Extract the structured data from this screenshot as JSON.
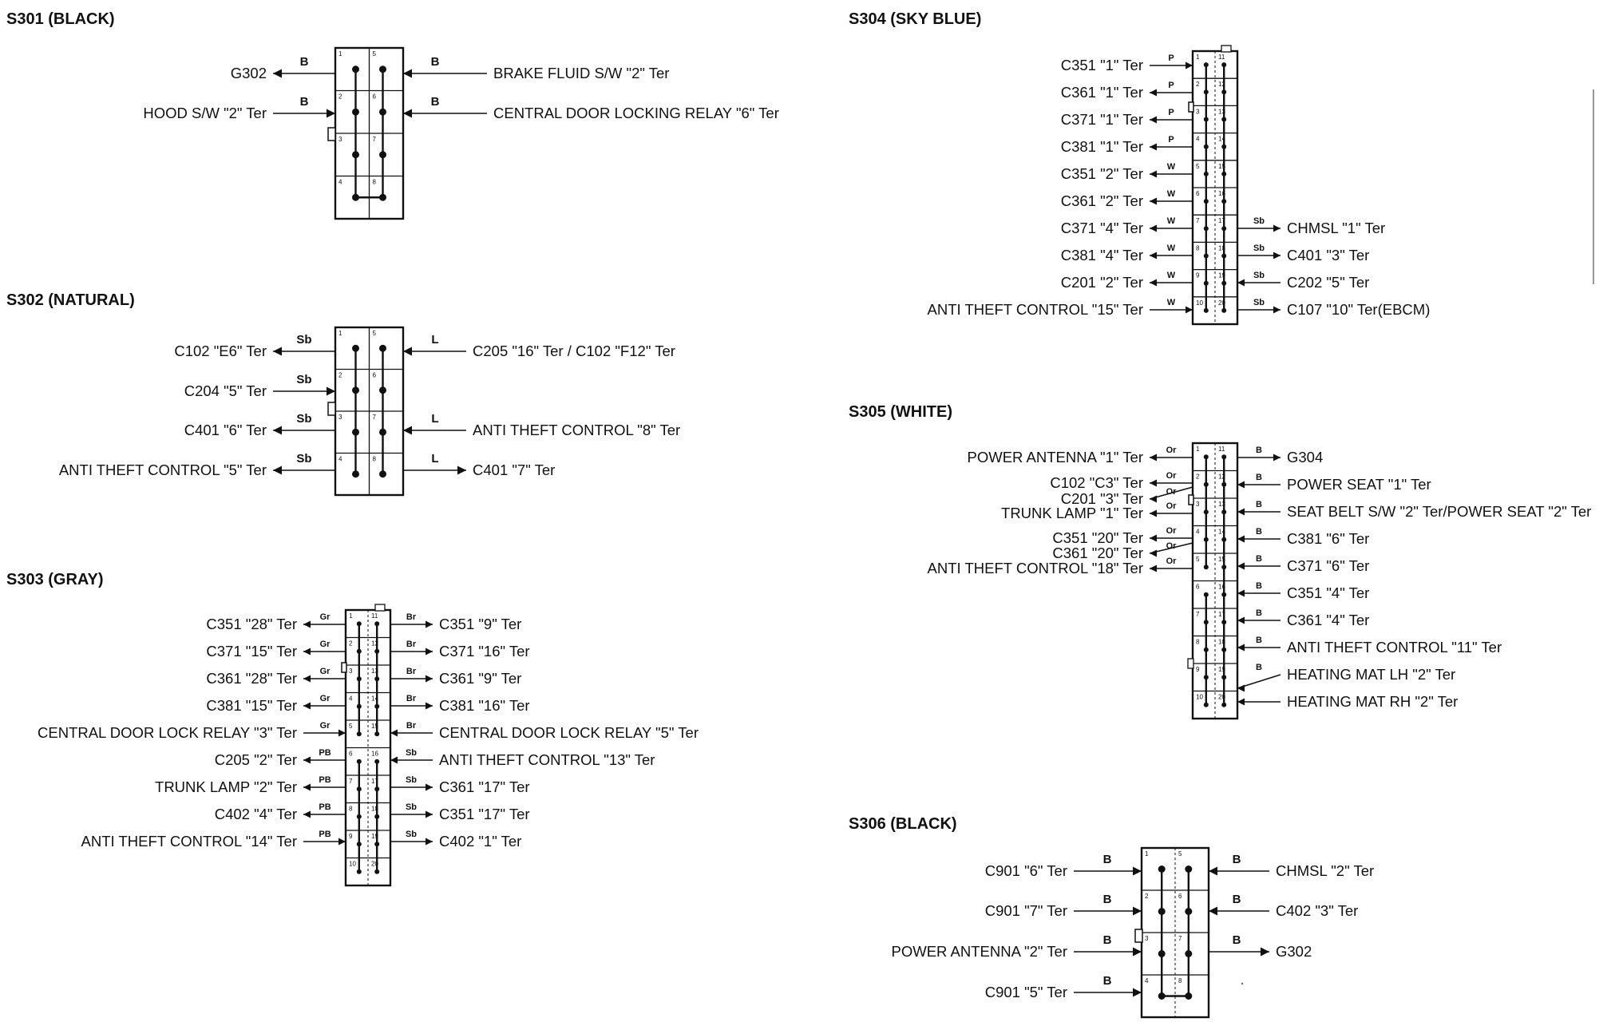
{
  "connectors": {
    "s301": {
      "title": "S301 (BLACK)",
      "left": [
        {
          "label": "G302",
          "code": "B",
          "dir": "out"
        },
        {
          "label": "HOOD S/W \"2\" Ter",
          "code": "B",
          "dir": "in"
        }
      ],
      "right": [
        {
          "label": "BRAKE FLUID S/W \"2\" Ter",
          "code": "B",
          "dir": "in"
        },
        {
          "label": "CENTRAL DOOR LOCKING RELAY \"6\" Ter",
          "code": "B",
          "dir": "in"
        }
      ]
    },
    "s302": {
      "title": "S302 (NATURAL)",
      "left": [
        {
          "label": "C102 \"E6\" Ter",
          "code": "Sb",
          "dir": "out"
        },
        {
          "label": "C204 \"5\" Ter",
          "code": "Sb",
          "dir": "in"
        },
        {
          "label": "C401 \"6\" Ter",
          "code": "Sb",
          "dir": "out"
        },
        {
          "label": "ANTI THEFT CONTROL \"5\" Ter",
          "code": "Sb",
          "dir": "out"
        }
      ],
      "right": [
        {
          "label": "C205 \"16\" Ter / C102 \"F12\" Ter",
          "code": "L",
          "dir": "in"
        },
        {
          "label": "ANTI THEFT CONTROL \"8\" Ter",
          "code": "L",
          "dir": "in"
        },
        {
          "label": "C401 \"7\" Ter",
          "code": "L",
          "dir": "out"
        }
      ]
    },
    "s303": {
      "title": "S303 (GRAY)",
      "left": [
        {
          "label": "C351 \"28\" Ter",
          "code": "Gr",
          "dir": "out"
        },
        {
          "label": "C371 \"15\" Ter",
          "code": "Gr",
          "dir": "out"
        },
        {
          "label": "C361 \"28\" Ter",
          "code": "Gr",
          "dir": "out"
        },
        {
          "label": "C381 \"15\" Ter",
          "code": "Gr",
          "dir": "out"
        },
        {
          "label": "CENTRAL DOOR LOCK RELAY \"3\" Ter",
          "code": "Gr",
          "dir": "in"
        },
        {
          "label": "C205 \"2\" Ter",
          "code": "PB",
          "dir": "out"
        },
        {
          "label": "TRUNK LAMP \"2\" Ter",
          "code": "PB",
          "dir": "out"
        },
        {
          "label": "C402 \"4\" Ter",
          "code": "PB",
          "dir": "out"
        },
        {
          "label": "ANTI THEFT CONTROL \"14\" Ter",
          "code": "PB",
          "dir": "in"
        }
      ],
      "right": [
        {
          "label": "C351 \"9\" Ter",
          "code": "Br",
          "dir": "out"
        },
        {
          "label": "C371 \"16\" Ter",
          "code": "Br",
          "dir": "out"
        },
        {
          "label": "C361 \"9\" Ter",
          "code": "Br",
          "dir": "out"
        },
        {
          "label": "C381 \"16\" Ter",
          "code": "Br",
          "dir": "out"
        },
        {
          "label": "CENTRAL DOOR LOCK RELAY \"5\" Ter",
          "code": "Br",
          "dir": "in"
        },
        {
          "label": "ANTI THEFT CONTROL \"13\" Ter",
          "code": "Sb",
          "dir": "in"
        },
        {
          "label": "C361 \"17\" Ter",
          "code": "Sb",
          "dir": "out"
        },
        {
          "label": "C351 \"17\" Ter",
          "code": "Sb",
          "dir": "out"
        },
        {
          "label": "C402 \"1\" Ter",
          "code": "Sb",
          "dir": "out"
        }
      ]
    },
    "s304": {
      "title": "S304 (SKY BLUE)",
      "left": [
        {
          "label": "C351 \"1\" Ter",
          "code": "P",
          "dir": "in"
        },
        {
          "label": "C361 \"1\" Ter",
          "code": "P",
          "dir": "out"
        },
        {
          "label": "C371 \"1\" Ter",
          "code": "P",
          "dir": "out"
        },
        {
          "label": "C381 \"1\" Ter",
          "code": "P",
          "dir": "out"
        },
        {
          "label": "C351 \"2\" Ter",
          "code": "W",
          "dir": "out"
        },
        {
          "label": "C361 \"2\" Ter",
          "code": "W",
          "dir": "out"
        },
        {
          "label": "C371 \"4\" Ter",
          "code": "W",
          "dir": "out"
        },
        {
          "label": "C381 \"4\" Ter",
          "code": "W",
          "dir": "out"
        },
        {
          "label": "C201 \"2\" Ter",
          "code": "W",
          "dir": "out"
        },
        {
          "label": "ANTI THEFT CONTROL \"15\" Ter",
          "code": "W",
          "dir": "in"
        }
      ],
      "right": [
        {
          "label": "CHMSL \"1\" Ter",
          "code": "Sb",
          "dir": "out"
        },
        {
          "label": "C401 \"3\" Ter",
          "code": "Sb",
          "dir": "out"
        },
        {
          "label": "C202 \"5\" Ter",
          "code": "Sb",
          "dir": "in"
        },
        {
          "label": "C107 \"10\" Ter(EBCM)",
          "code": "Sb",
          "dir": "out"
        }
      ]
    },
    "s305": {
      "title": "S305 (WHITE)",
      "left": [
        {
          "label": "POWER ANTENNA \"1\" Ter",
          "code": "Or",
          "dir": "out"
        },
        {
          "label": "C102 \"C3\" Ter",
          "code": "Or",
          "dir": "out"
        },
        {
          "label": "C201 \"3\" Ter",
          "code": "Or",
          "dir": "out"
        },
        {
          "label": "TRUNK LAMP \"1\" Ter",
          "code": "Or",
          "dir": "out"
        },
        {
          "label": "C351 \"20\" Ter",
          "code": "Or",
          "dir": "out"
        },
        {
          "label": "C361 \"20\" Ter",
          "code": "Or",
          "dir": "out"
        },
        {
          "label": "ANTI THEFT CONTROL \"18\" Ter",
          "code": "Or",
          "dir": "out"
        }
      ],
      "right": [
        {
          "label": "G304",
          "code": "B",
          "dir": "out"
        },
        {
          "label": "POWER SEAT \"1\" Ter",
          "code": "B",
          "dir": "in"
        },
        {
          "label": "SEAT BELT S/W \"2\" Ter/POWER SEAT \"2\" Ter",
          "code": "B",
          "dir": "in"
        },
        {
          "label": "C381 \"6\" Ter",
          "code": "B",
          "dir": "in"
        },
        {
          "label": "C371 \"6\" Ter",
          "code": "B",
          "dir": "in"
        },
        {
          "label": "C351 \"4\" Ter",
          "code": "B",
          "dir": "in"
        },
        {
          "label": "C361 \"4\" Ter",
          "code": "B",
          "dir": "in"
        },
        {
          "label": "ANTI THEFT CONTROL \"11\" Ter",
          "code": "B",
          "dir": "in"
        },
        {
          "label": "HEATING MAT LH \"2\" Ter",
          "code": "B",
          "dir": "in"
        },
        {
          "label": "HEATING MAT RH \"2\" Ter",
          "code": "",
          "dir": "in"
        }
      ]
    },
    "s306": {
      "title": "S306 (BLACK)",
      "left": [
        {
          "label": "C901 \"6\" Ter",
          "code": "B",
          "dir": "in"
        },
        {
          "label": "C901 \"7\" Ter",
          "code": "B",
          "dir": "in"
        },
        {
          "label": "POWER ANTENNA \"2\" Ter",
          "code": "B",
          "dir": "in"
        },
        {
          "label": "C901 \"5\" Ter",
          "code": "B",
          "dir": "in"
        }
      ],
      "right": [
        {
          "label": "CHMSL \"2\" Ter",
          "code": "B",
          "dir": "in"
        },
        {
          "label": "C402 \"3\" Ter",
          "code": "B",
          "dir": "in"
        },
        {
          "label": "G302",
          "code": "B",
          "dir": "out"
        }
      ]
    }
  }
}
